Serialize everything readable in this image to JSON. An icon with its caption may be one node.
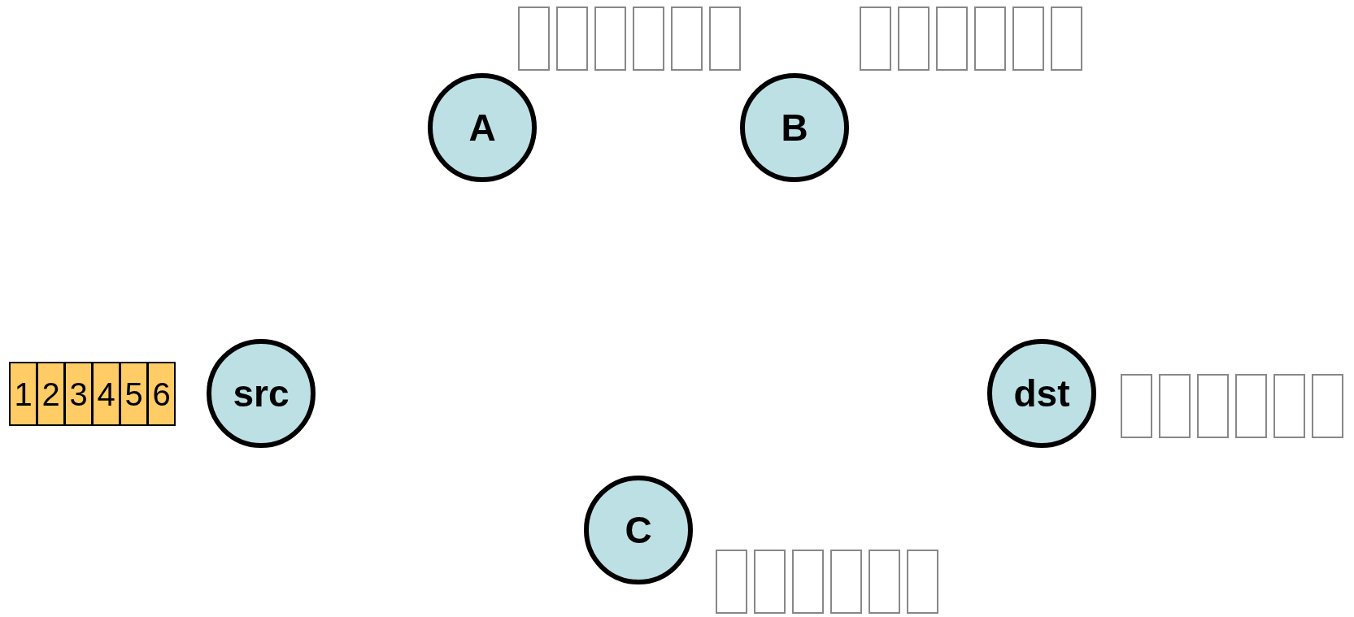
{
  "diagram": {
    "nodes": [
      {
        "text": [
          "A"
        ]
      },
      {
        "text": [
          "B"
        ]
      },
      {
        "text": [
          "src"
        ]
      },
      {
        "text": [
          "dst"
        ]
      },
      {
        "text": [
          "C"
        ]
      },
      {
        "text": [
          "1"
        ]
      },
      {
        "text": [
          "2"
        ]
      },
      {
        "text": [
          "3"
        ]
      },
      {
        "text": [
          "4"
        ]
      },
      {
        "text": [
          "5"
        ]
      },
      {
        "text": [
          "6"
        ]
      },
      {
        "text": [],
        "shape": "box"
      },
      {
        "text": [],
        "shape": "box"
      },
      {
        "text": [],
        "shape": "box"
      },
      {
        "text": [],
        "shape": "box"
      },
      {
        "text": [],
        "shape": "box"
      },
      {
        "text": [],
        "shape": "box"
      },
      {
        "text": [],
        "shape": "box"
      },
      {
        "text": [],
        "shape": "box"
      },
      {
        "text": [],
        "shape": "box"
      },
      {
        "text": [],
        "shape": "box"
      },
      {
        "text": [],
        "shape": "box"
      },
      {
        "text": [],
        "shape": "box"
      },
      {
        "text": [],
        "shape": "box"
      },
      {
        "text": [],
        "shape": "box"
      },
      {
        "text": [],
        "shape": "box"
      },
      {
        "text": [],
        "shape": "box"
      },
      {
        "text": [],
        "shape": "box"
      },
      {
        "text": [],
        "shape": "box"
      },
      {
        "text": [],
        "shape": "box"
      },
      {
        "text": [],
        "shape": "box"
      },
      {
        "text": [],
        "shape": "box"
      },
      {
        "text": [],
        "shape": "box"
      },
      {
        "text": [],
        "shape": "box"
      },
      {
        "text": [],
        "shape": "box"
      }
    ]
  }
}
